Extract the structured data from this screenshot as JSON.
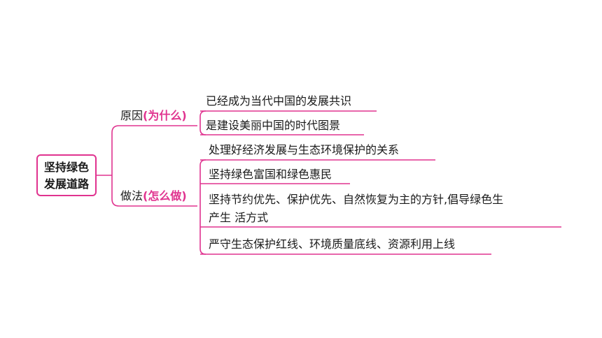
{
  "accent_color": "#e0338f",
  "line_color": "#e0338f",
  "root": {
    "line1": "坚持绿色",
    "line2": "发展道路"
  },
  "branches": [
    {
      "label": "原因",
      "question": "(为什么)",
      "items": [
        "已经成为当代中国的发展共识",
        "是建设美丽中国的时代图景"
      ]
    },
    {
      "label": "做法",
      "question": "(怎么做)",
      "items": [
        "处理好经济发展与生态环境保护的关系",
        "坚持绿色富国和绿色惠民",
        "坚持节约优先、保护优先、自然恢复为主的方针,倡导绿色生",
        "产生 活方式",
        "严守生态保护红线、环境质量底线、资源利用上线"
      ]
    }
  ]
}
